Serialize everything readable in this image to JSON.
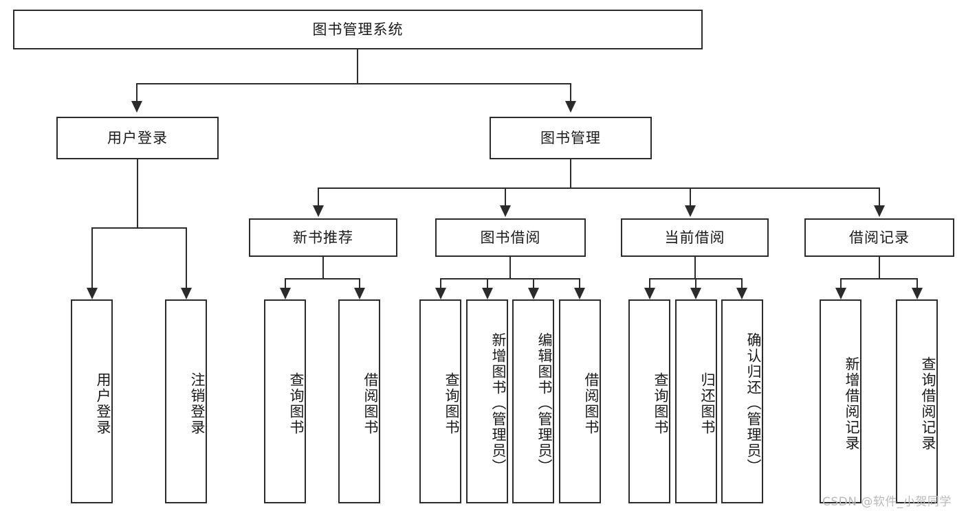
{
  "diagram": {
    "type": "tree-hierarchy",
    "title_node": {
      "label": "图书管理系统"
    },
    "level2": [
      {
        "id": "user-login",
        "label": "用户登录"
      },
      {
        "id": "book-manage",
        "label": "图书管理"
      }
    ],
    "level3": [
      {
        "id": "new-book-recommend",
        "label": "新书推荐"
      },
      {
        "id": "book-borrow",
        "label": "图书借阅"
      },
      {
        "id": "current-borrow",
        "label": "当前借阅"
      },
      {
        "id": "borrow-record",
        "label": "借阅记录"
      }
    ],
    "leaves": {
      "user_login": [
        {
          "id": "leaf-user-login",
          "label": "用户登录"
        },
        {
          "id": "leaf-logout-login",
          "label": "注销登录"
        }
      ],
      "new_book_recommend": [
        {
          "id": "leaf-query-book-1",
          "label": "查询图书"
        },
        {
          "id": "leaf-borrow-book-1",
          "label": "借阅图书"
        }
      ],
      "book_borrow": [
        {
          "id": "leaf-query-book-2",
          "label": "查询图书"
        },
        {
          "id": "leaf-add-book",
          "label": "新增图书（管理员）"
        },
        {
          "id": "leaf-edit-book",
          "label": "编辑图书（管理员）"
        },
        {
          "id": "leaf-borrow-book-2",
          "label": "借阅图书"
        }
      ],
      "current_borrow": [
        {
          "id": "leaf-query-book-3",
          "label": "查询图书"
        },
        {
          "id": "leaf-return-book",
          "label": "归还图书"
        },
        {
          "id": "leaf-confirm-return",
          "label": "确认归还（管理员）"
        }
      ],
      "borrow_record": [
        {
          "id": "leaf-add-record",
          "label": "新增借阅记录"
        },
        {
          "id": "leaf-query-record",
          "label": "查询借阅记录"
        }
      ]
    },
    "watermark": "CSDN @软件_小贺同学",
    "colors": {
      "stroke": "#2b2b2b",
      "background": "#ffffff",
      "text": "#1a1a1a",
      "watermark": "#b9b9b9"
    }
  }
}
